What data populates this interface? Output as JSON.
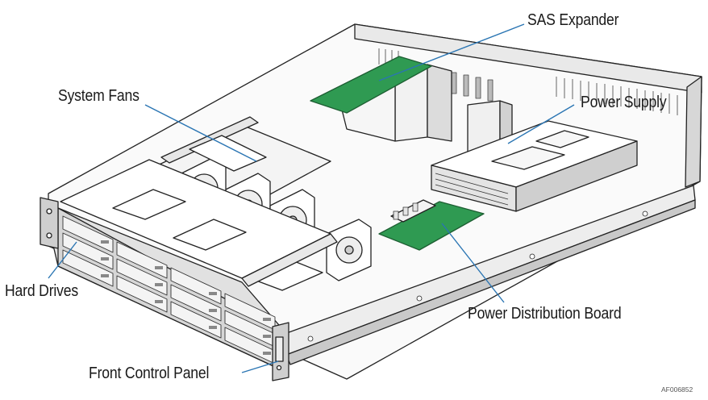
{
  "labels": {
    "sas_expander": "SAS Expander",
    "system_fans": "System Fans",
    "power_supply": "Power Supply",
    "hard_drives": "Hard Drives",
    "power_distribution_board": "Power Distribution Board",
    "front_control_panel": "Front Control Panel"
  },
  "figure_id": "AF006852",
  "colors": {
    "leader_line": "#2a75b3",
    "board_green": "#2f9a52",
    "chassis_fill": "#ffffff",
    "chassis_line": "#222222",
    "shadow_gray": "#9a9a9a"
  }
}
